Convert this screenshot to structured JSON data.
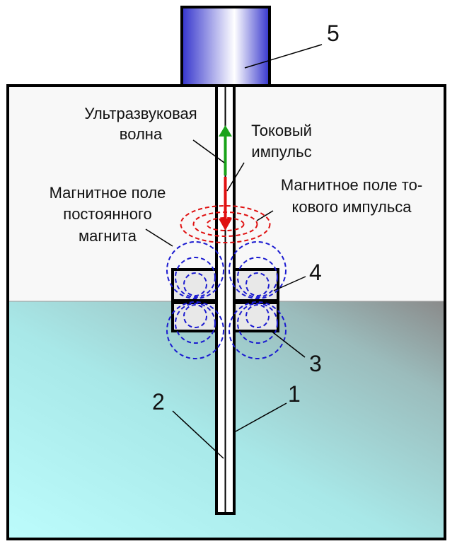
{
  "labels": {
    "ultrasonic_line1": "Ультразвуковая",
    "ultrasonic_line2": "волна",
    "current_line1": "Токовый",
    "current_line2": "импульс",
    "magnet_field_line1": "Магнитное поле",
    "magnet_field_line2": "постоянного",
    "magnet_field_line3": "магнита",
    "pulse_field_line1": "Магнитное поле то-",
    "pulse_field_line2": "кового импульса"
  },
  "numbers": {
    "n1": "1",
    "n2": "2",
    "n3": "3",
    "n4": "4",
    "n5": "5"
  },
  "colors": {
    "liquid_light": "#b8fbfb",
    "liquid_dark": "#8a9090",
    "tank_inner": "#f8f8f8",
    "head_blue": "#3b3bd8",
    "arrow_up": "#19a319",
    "arrow_down": "#e01010",
    "magnet_field": "#1a1ad0",
    "pulse_field": "#e01010"
  }
}
